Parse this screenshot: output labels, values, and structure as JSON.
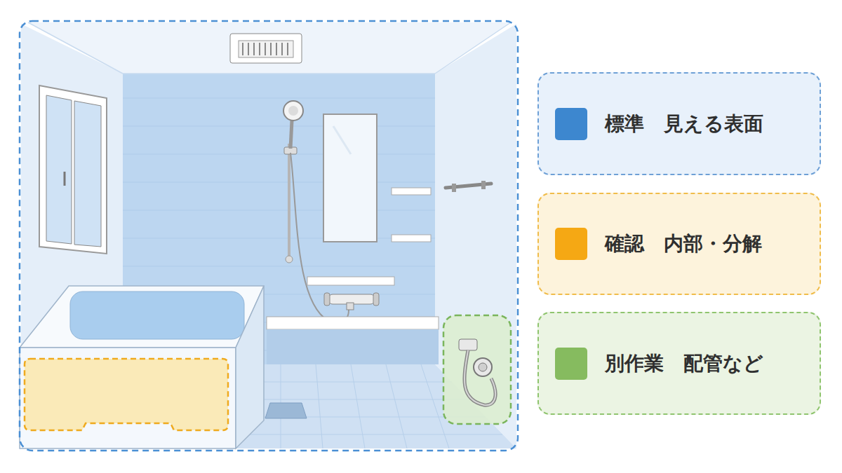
{
  "diagram": {
    "legend": [
      {
        "text": "標準　見える表面",
        "color": "#3d87cf"
      },
      {
        "text": "確認　内部・分解",
        "color": "#f5a814"
      },
      {
        "text": "別作業　配管など",
        "color": "#86bb5f"
      }
    ]
  }
}
